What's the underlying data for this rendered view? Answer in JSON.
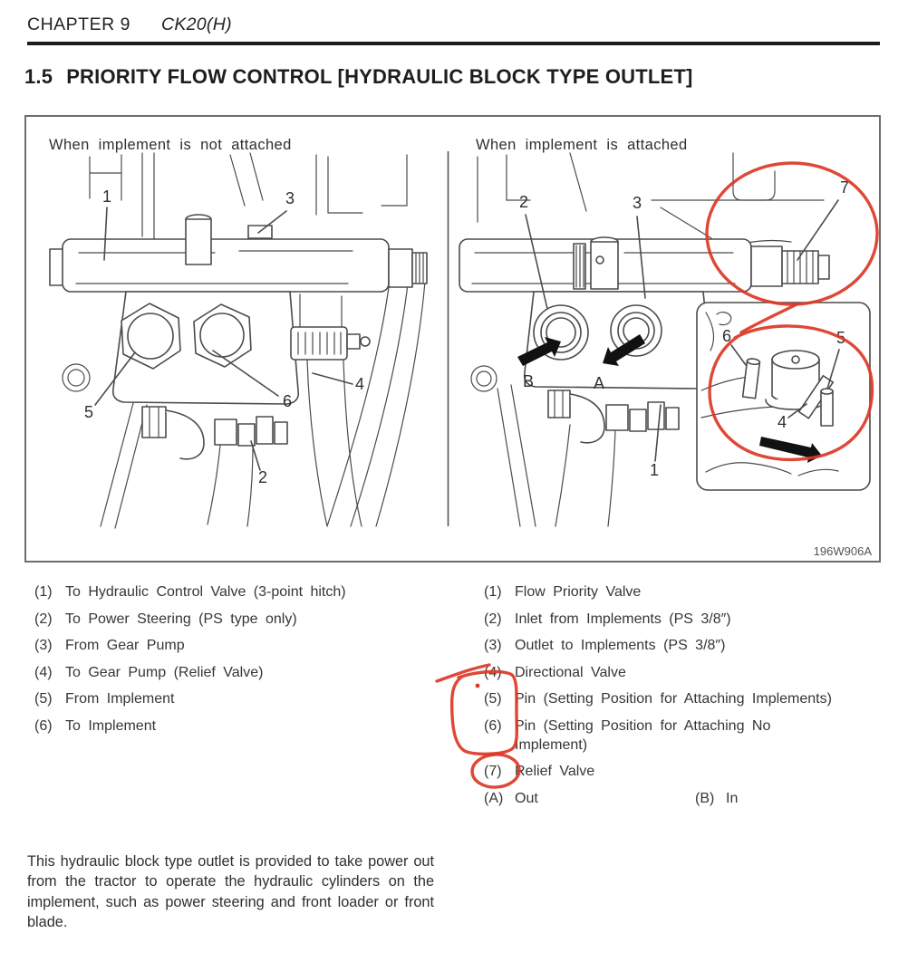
{
  "header": {
    "chapter_label": "CHAPTER 9",
    "model_label": "CK20(H)"
  },
  "section": {
    "number": "1.5",
    "title": "PRIORITY FLOW CONTROL [HYDRAULIC BLOCK TYPE OUTLET]"
  },
  "figure": {
    "code": "196W906A",
    "annotation_red": "#dc3726",
    "left_panel": {
      "caption": "When implement is not attached",
      "callout_1": "1",
      "callout_2": "2",
      "callout_3": "3",
      "callout_4": "4",
      "callout_5": "5",
      "callout_6": "6"
    },
    "right_panel": {
      "caption": "When implement is attached",
      "callout_1": "1",
      "callout_2": "2",
      "callout_3": "3",
      "callout_7": "7",
      "label_a": "A",
      "label_b": "B",
      "inset_callout_4": "4",
      "inset_callout_5": "5",
      "inset_callout_6": "6"
    }
  },
  "legend_left": {
    "items": [
      {
        "num": "(1)",
        "text": "To Hydraulic Control Valve (3-point hitch)"
      },
      {
        "num": "(2)",
        "text": "To Power Steering (PS type only)"
      },
      {
        "num": "(3)",
        "text": "From Gear Pump"
      },
      {
        "num": "(4)",
        "text": "To Gear Pump (Relief Valve)"
      },
      {
        "num": "(5)",
        "text": "From Implement"
      },
      {
        "num": "(6)",
        "text": "To Implement"
      }
    ]
  },
  "legend_right": {
    "items": [
      {
        "num": "(1)",
        "text": "Flow Priority Valve"
      },
      {
        "num": "(2)",
        "text": "Inlet from Implements (PS 3/8″)"
      },
      {
        "num": "(3)",
        "text": "Outlet to Implements (PS 3/8″)"
      },
      {
        "num": "(4)",
        "text": "Directional Valve"
      },
      {
        "num": "(5)",
        "text": "Pin (Setting Position for Attaching Implements)"
      },
      {
        "num": "(6)",
        "text": "Pin (Setting Position for Attaching No Implement)"
      },
      {
        "num": "(7)",
        "text": "Relief Valve"
      }
    ],
    "ab": {
      "a_num": "(A)",
      "a_text": "Out",
      "b_num": "(B)",
      "b_text": "In"
    }
  },
  "paragraph": "This hydraulic block type outlet is provided to take power out from the tractor to operate the hydraulic cylinders on the implement, such as power steering and front loader or front blade."
}
